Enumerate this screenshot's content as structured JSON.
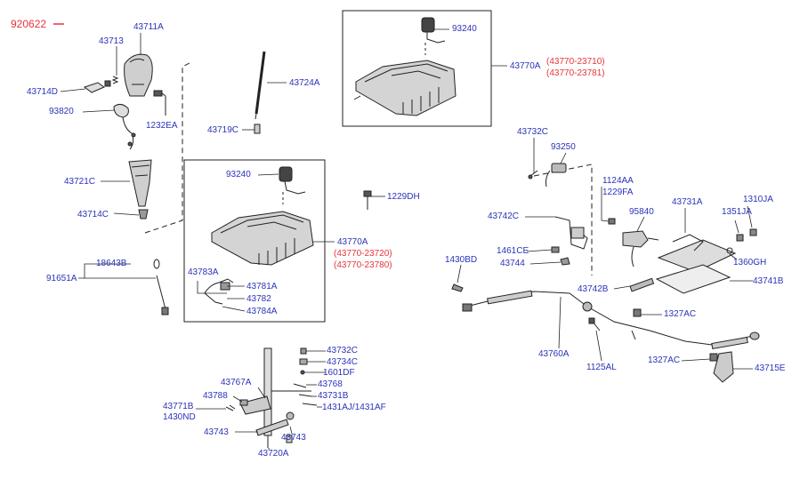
{
  "diagram_code": "920622",
  "colors": {
    "label": "#2b33b8",
    "alt_label": "#e8333a",
    "line": "#222222",
    "part_fill": "#d8d8d8",
    "part_dark": "#555555"
  },
  "labels": {
    "l43711A": "43711A",
    "l43713": "43713",
    "l43714D": "43714D",
    "l93820": "93820",
    "l1232EA": "1232EA",
    "l43721C": "43721C",
    "l43714C": "43714C",
    "l43724A": "43724A",
    "l43719C": "43719C",
    "l18643B": "18643B",
    "l91651A": "91651A",
    "l93240_top": "93240",
    "l43770A_top": "43770A",
    "l43770_23710": "(43770-23710)",
    "l43770_23781": "(43770-23781)",
    "l93240_mid": "93240",
    "l1229DH": "1229DH",
    "l43770A_mid": "43770A",
    "l43770_23720": "(43770-23720)",
    "l43770_23780": "(43770-23780)",
    "l43783A": "43783A",
    "l43781A": "43781A",
    "l43782": "43782",
    "l43784A": "43784A",
    "l43732C_right": "43732C",
    "l93250": "93250",
    "l1124AA": "1124AA",
    "l1229FA": "1229FA",
    "l43731A_right": "43731A",
    "l1310JA": "1310JA",
    "l1351JA": "1351JA",
    "l95840": "95840",
    "l43742C": "43742C",
    "l1461CE": "1461CE",
    "l43744": "43744",
    "l1360GH": "1360GH",
    "l1430BD": "1430BD",
    "l43742B": "43742B",
    "l43741B": "43741B",
    "l1327AC_top": "1327AC",
    "l43760A": "43760A",
    "l1125AL": "1125AL",
    "l1327AC_bot": "1327AC",
    "l43715E": "43715E",
    "l43732C_bot": "43732C",
    "l43734C": "43734C",
    "l1601DF": "1601DF",
    "l43767A": "43767A",
    "l43768": "43768",
    "l43788": "43788",
    "l43731B": "43731B",
    "l43771B": "43771B",
    "l1430ND": "1430ND",
    "l1431AJ": "1431AJ/1431AF",
    "l43743_left": "43743",
    "l43743_right": "43743",
    "l43720A": "43720A"
  }
}
